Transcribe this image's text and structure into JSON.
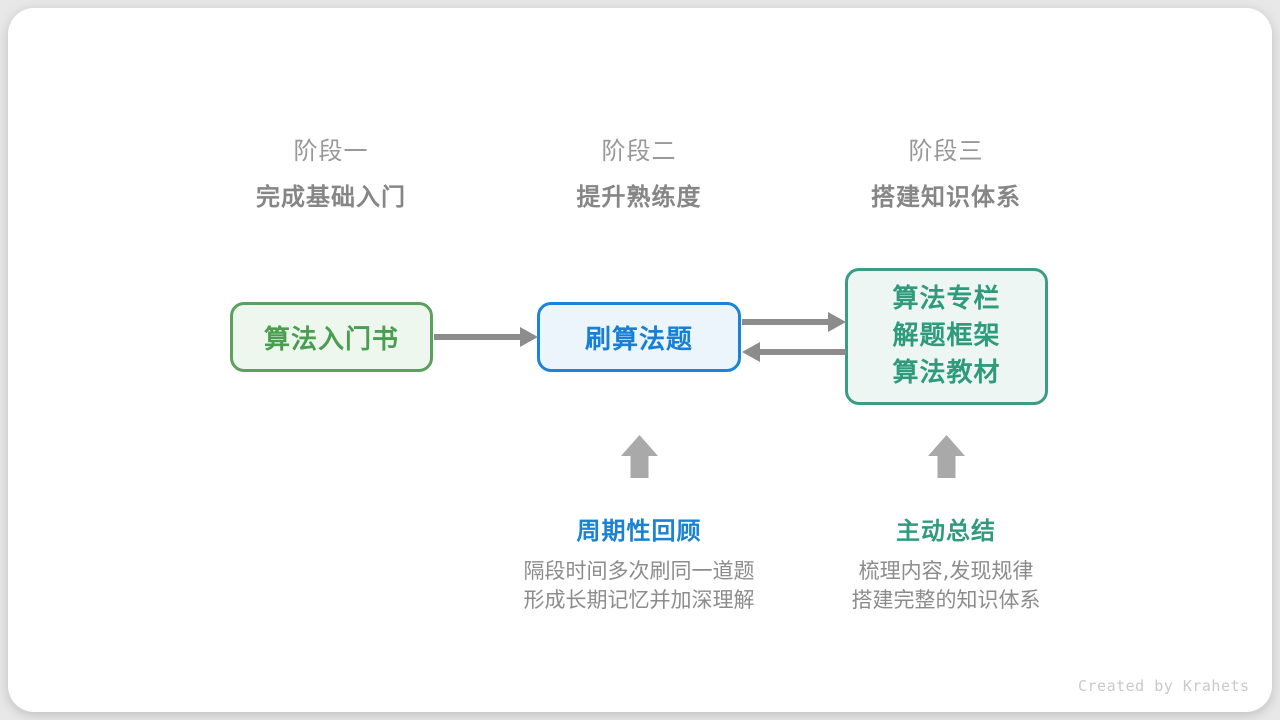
{
  "stages": [
    {
      "label": "阶段一",
      "subtitle": "完成基础入门"
    },
    {
      "label": "阶段二",
      "subtitle": "提升熟练度"
    },
    {
      "label": "阶段三",
      "subtitle": "搭建知识体系"
    }
  ],
  "nodes": {
    "intro_book": {
      "label": "算法入门书"
    },
    "practice": {
      "label": "刷算法题"
    },
    "resources": {
      "lines": [
        "算法专栏",
        "解题框架",
        "算法教材"
      ]
    }
  },
  "annotations": [
    {
      "title": "周期性回顾",
      "desc_line1": "隔段时间多次刷同一道题",
      "desc_line2": "形成长期记忆并加深理解"
    },
    {
      "title": "主动总结",
      "desc_line1": "梳理内容,发现规律",
      "desc_line2": "搭建完整的知识体系"
    }
  ],
  "icons": {
    "flow_arrows": [
      "arrow-right-icon",
      "arrow-right-icon",
      "arrow-left-icon"
    ],
    "up_arrows": [
      "block-arrow-up-icon",
      "block-arrow-up-icon"
    ]
  },
  "colors": {
    "page_background": "#e8e8e8",
    "card_background": "#ffffff",
    "stage_label": "#989898",
    "stage_subtitle": "#868686",
    "green_border": "#5ca05e",
    "green_text": "#4a9e50",
    "green_fill": "#eef7ee",
    "blue_border": "#1b83da",
    "blue_text": "#187fd6",
    "blue_fill": "#edf5fc",
    "teal_border": "#3b9c86",
    "teal_text": "#2f9b7c",
    "teal_fill": "#edf6f2",
    "flow_arrow": "#8c8c8c",
    "block_arrow": "#a9a9a9",
    "description_text": "#8c8c8c",
    "footer_text": "#c9c9c9"
  },
  "footer": {
    "credit": "Created by Krahets"
  }
}
